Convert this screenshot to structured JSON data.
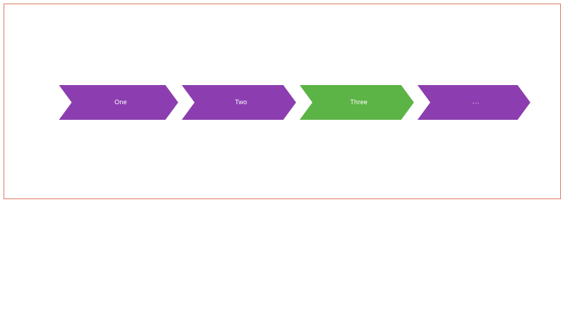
{
  "frame": {
    "border_color": "#dd7a62",
    "background": "#ffffff"
  },
  "breadcrumb": {
    "name": "chevron-progress-steps",
    "colors": {
      "default": "#8c3eb0",
      "active": "#5cb346",
      "label": "#ffffff"
    },
    "steps": [
      {
        "label": "One",
        "state": "default",
        "color": "#8c3eb0"
      },
      {
        "label": "Two",
        "state": "default",
        "color": "#8c3eb0"
      },
      {
        "label": "Three",
        "state": "active",
        "color": "#5cb346"
      },
      {
        "label": "...",
        "state": "default",
        "color": "#8c3eb0"
      }
    ]
  }
}
